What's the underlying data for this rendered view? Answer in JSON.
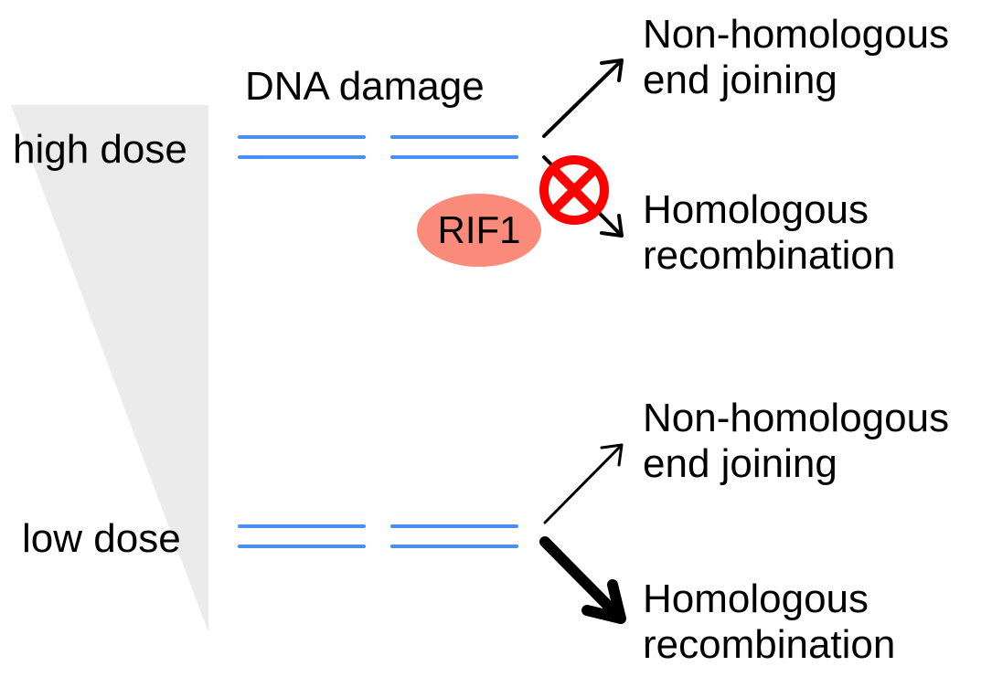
{
  "title": "DNA damage",
  "dose_gradient": {
    "high_label": "high dose",
    "low_label": "low dose",
    "fill_color": "#ebebeb"
  },
  "dna_color": "#4a90f0",
  "high_dose_pathways": {
    "nhej_line1": "Non-homologous",
    "nhej_line2": "end joining",
    "hr_line1": "Homologous",
    "hr_line2": "recombination",
    "hr_blocked": true
  },
  "low_dose_pathways": {
    "nhej_line1": "Non-homologous",
    "nhej_line2": "end joining",
    "hr_line1": "Homologous",
    "hr_line2": "recombination",
    "hr_emphasized": true
  },
  "inhibitor": {
    "label": "RIF1",
    "color": "#fa8a7a",
    "block_symbol_color": "#ff0000"
  }
}
